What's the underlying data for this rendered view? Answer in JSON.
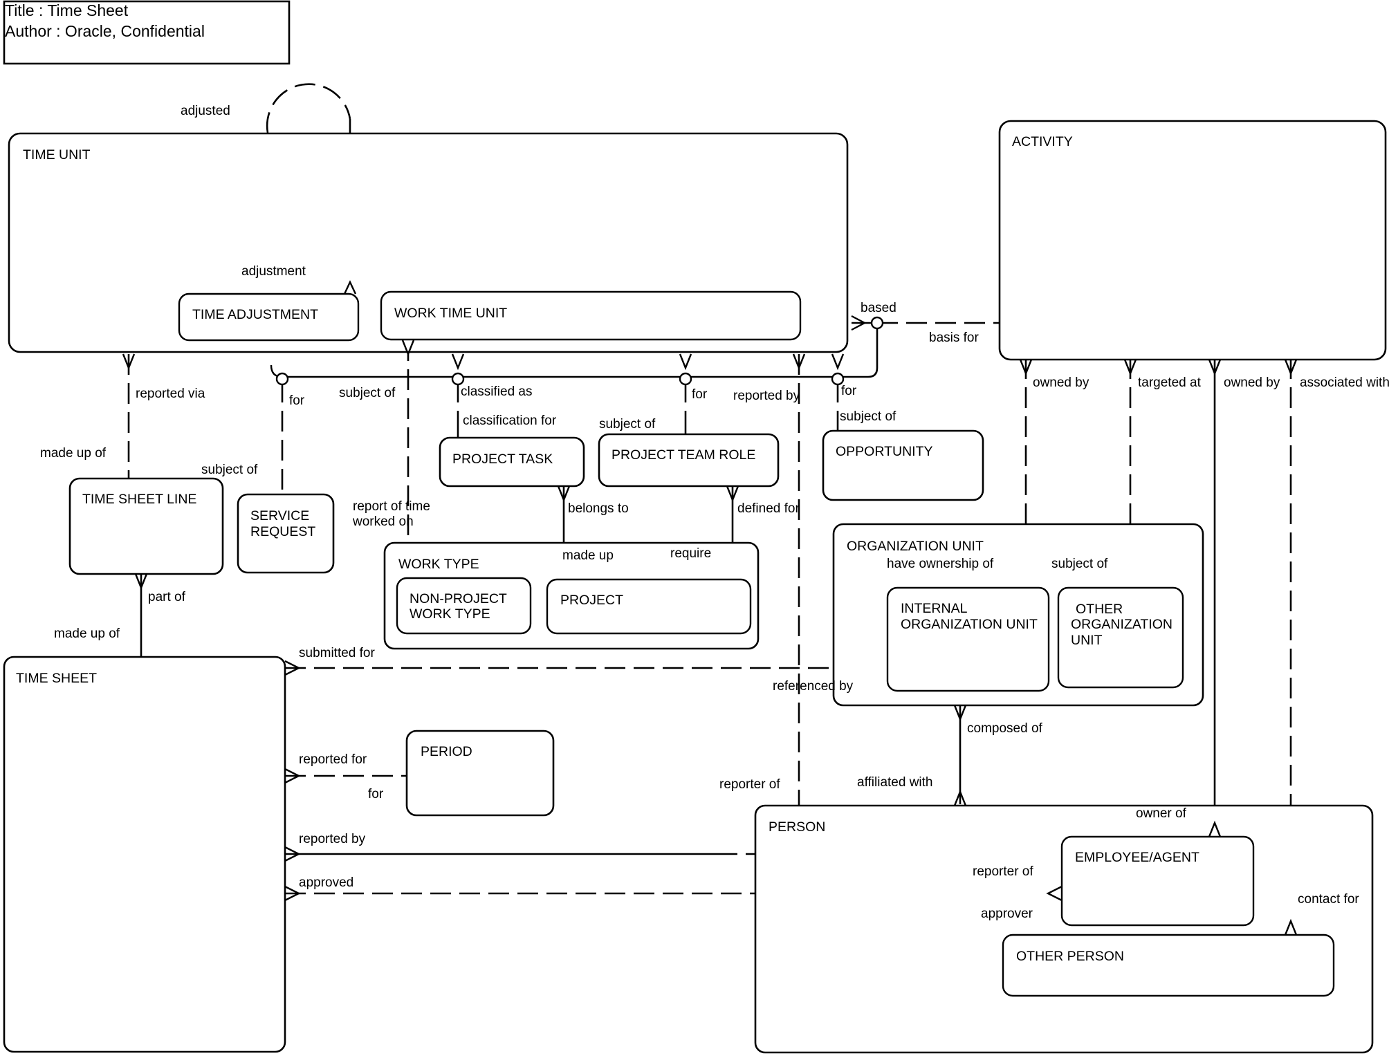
{
  "title_block": {
    "title": "Title : Time Sheet",
    "author": "Author : Oracle, Confidential"
  },
  "entities": {
    "time_unit": "TIME UNIT",
    "time_adjustment": "TIME ADJUSTMENT",
    "work_time_unit": "WORK TIME UNIT",
    "activity": "ACTIVITY",
    "time_sheet_line": "TIME SHEET LINE",
    "service_request": [
      "SERVICE",
      "REQUEST"
    ],
    "project_task": "PROJECT TASK",
    "project_team_role": "PROJECT TEAM ROLE",
    "opportunity": "OPPORTUNITY",
    "work_type": "WORK TYPE",
    "non_project_work_type": [
      "NON-PROJECT",
      "WORK TYPE"
    ],
    "project": "PROJECT",
    "organization_unit": "ORGANIZATION UNIT",
    "internal_organization_unit": [
      "INTERNAL",
      "ORGANIZATION UNIT"
    ],
    "other_organization_unit": [
      "OTHER",
      "ORGANIZATION",
      "UNIT"
    ],
    "time_sheet": "TIME SHEET",
    "period": "PERIOD",
    "person": "PERSON",
    "employee_agent": "EMPLOYEE/AGENT",
    "other_person": "OTHER PERSON"
  },
  "relationships": {
    "adjusted": "adjusted",
    "adjustment": "adjustment",
    "based": "based",
    "basis_for": "basis for",
    "reported_via": "reported via",
    "made_up_of_line": "made up of",
    "for_service": "for",
    "subject_of_service": "subject of",
    "subject_of_work": "subject of",
    "report_of_time": [
      "report of time",
      "worked on"
    ],
    "classified_as": "classified as",
    "classification_for": "classification for",
    "for_team_role": "for",
    "subject_of_team_role": "subject of",
    "reported_by_person": "reported by",
    "for_opportunity": "for",
    "subject_of_opportunity": "subject of",
    "belongs_to": "belongs to",
    "made_up_project": "made up",
    "defined_for": "defined for",
    "require": "require",
    "owned_by_internal": "owned by",
    "have_ownership_of": "have ownership of",
    "targeted_at": "targeted at",
    "subject_of_other_org": "subject of",
    "owned_by_employee": "owned by",
    "owner_of": "owner of",
    "associated_with": "associated with",
    "contact_for": "contact for",
    "part_of": "part of",
    "made_up_of_sheet": "made up of",
    "submitted_for": "submitted for",
    "referenced_by": "referenced by",
    "composed_of": "composed of",
    "affiliated_with": "affiliated with",
    "reported_for": "reported for",
    "for_period": "for",
    "reporter_of_person": "reporter of",
    "reported_by_sheet": "reported by",
    "reporter_of_employee": "reporter of",
    "approved": "approved",
    "approver": "approver"
  }
}
